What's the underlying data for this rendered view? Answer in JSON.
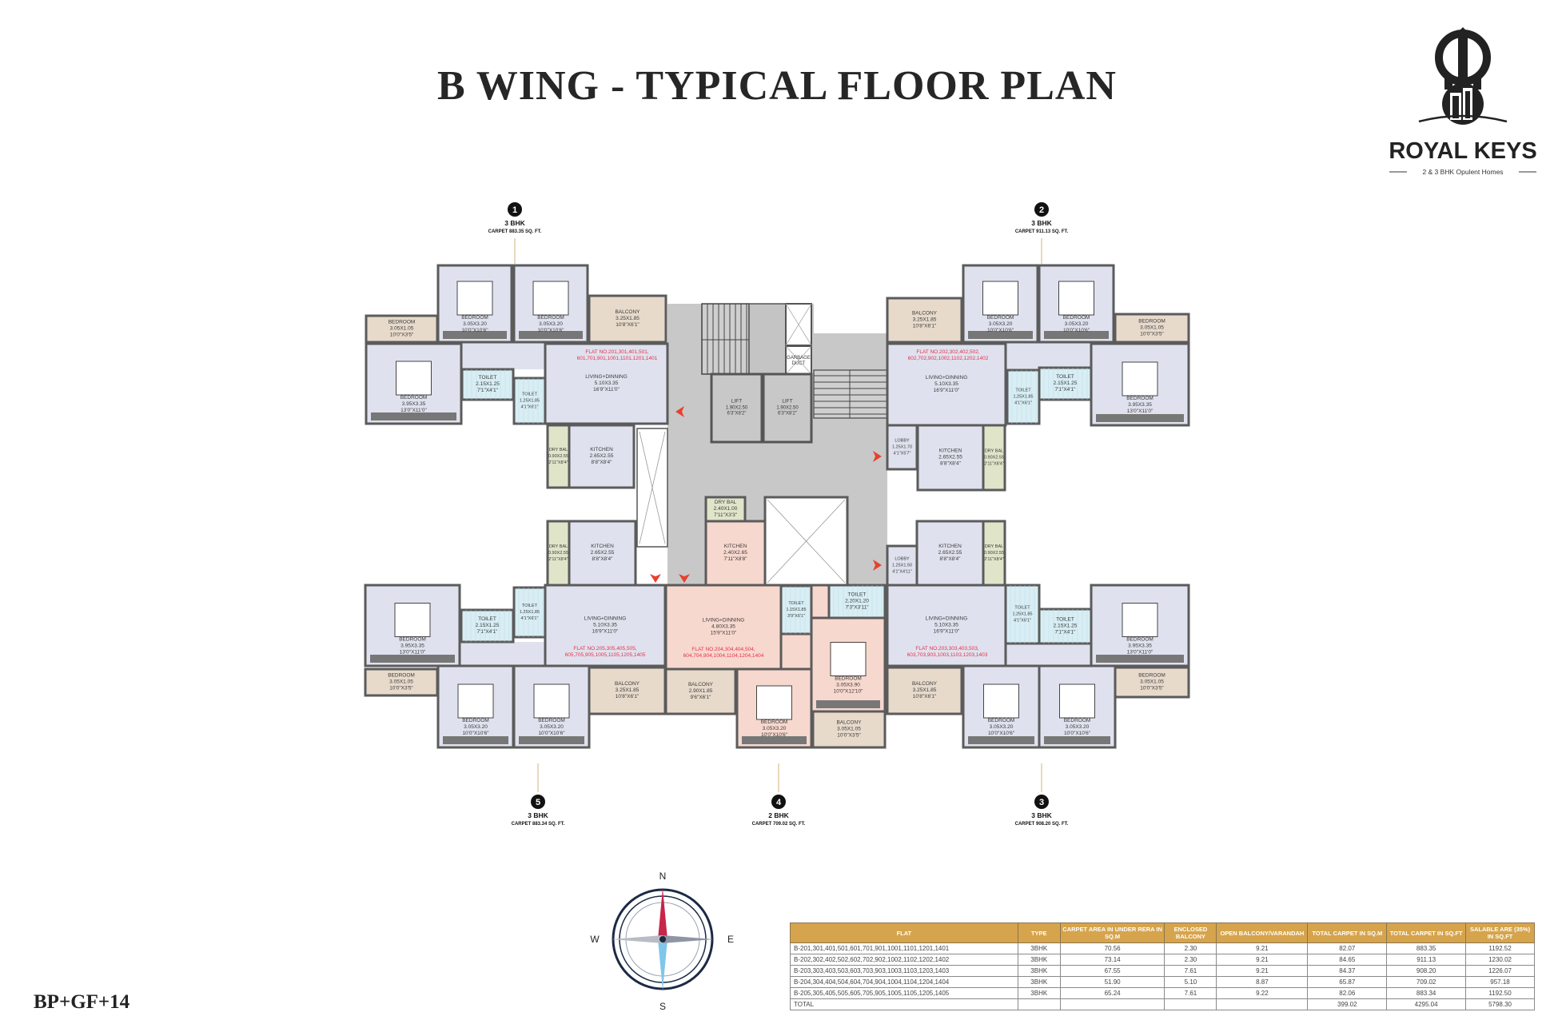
{
  "title": "B WING - TYPICAL FLOOR PLAN",
  "floors_label": "BP+GF+14",
  "logo": {
    "name": "ROYAL KEYS",
    "tagline": "2 & 3 BHK Opulent Homes"
  },
  "markers": [
    {
      "num": "1",
      "type": "3 BHK",
      "carpet": "CARPET 883.35 SQ. FT."
    },
    {
      "num": "2",
      "type": "3 BHK",
      "carpet": "CARPET 911.13 SQ. FT."
    },
    {
      "num": "3",
      "type": "3 BHK",
      "carpet": "CARPET 908.20 SQ. FT."
    },
    {
      "num": "4",
      "type": "2 BHK",
      "carpet": "CARPET 709.02 SQ. FT."
    },
    {
      "num": "5",
      "type": "3 BHK",
      "carpet": "CARPET 883.34 SQ. FT."
    }
  ],
  "colors": {
    "room": "#dfe2ee",
    "balcony": "#e7dacb",
    "dry_bal": "#e0e4c9",
    "toilet": "#d8eef4",
    "flat4": "#f7d8ce",
    "core": "#c8c8c8",
    "wall": "#5b5b5b",
    "flat_no": "#e5324c",
    "table_header": "#d6a44c",
    "compass_north": "#c8254a",
    "compass_south": "#7fc6ea"
  },
  "flats": [
    {
      "flat_no": [
        "FLAT NO.201,301,401,501,",
        "601,701,901,1001,1101,1201,1401"
      ],
      "rooms": [
        {
          "name": "BEDROOM",
          "m": "3.05X1.05",
          "ft": "10'0\"X3'5\""
        },
        {
          "name": "BEDROOM",
          "m": "3.05X3.20",
          "ft": "10'0\"X10'6\""
        },
        {
          "name": "BEDROOM",
          "m": "3.05X3.20",
          "ft": "10'0\"X10'6\""
        },
        {
          "name": "BALCONY",
          "m": "3.25X1.85",
          "ft": "10'8\"X6'1\""
        },
        {
          "name": "BEDROOM",
          "m": "3.95X3.35",
          "ft": "13'0\"X11'0\""
        },
        {
          "name": "TOILET",
          "m": "2.15X1.25",
          "ft": "7'1\"X4'1\""
        },
        {
          "name": "TOILET",
          "m": "1.25X1.85",
          "ft": "4'1\"X6'1\""
        },
        {
          "name": "LIVING+DINNING",
          "m": "5.10X3.35",
          "ft": "16'9\"X11'0\""
        },
        {
          "name": "KITCHEN",
          "m": "2.65X2.55",
          "ft": "8'8\"X8'4\""
        },
        {
          "name": "DRY BAL",
          "m": "0.90X2.55",
          "ft": "2'11\"X8'4\""
        }
      ]
    },
    {
      "flat_no": [
        "FLAT NO.202,302,402,502,",
        "602,702,902,1002,1102,1202,1402"
      ],
      "rooms": [
        {
          "name": "BALCONY",
          "m": "3.25X1.85",
          "ft": "10'8\"X6'1\""
        },
        {
          "name": "BEDROOM",
          "m": "3.05X3.20",
          "ft": "10'0\"X10'6\""
        },
        {
          "name": "BEDROOM",
          "m": "3.05X3.20",
          "ft": "10'0\"X10'6\""
        },
        {
          "name": "BEDROOM",
          "m": "3.05X1.05",
          "ft": "10'0\"X3'5\""
        },
        {
          "name": "BEDROOM",
          "m": "3.95X3.35",
          "ft": "13'0\"X11'0\""
        },
        {
          "name": "TOILET",
          "m": "2.15X1.25",
          "ft": "7'1\"X4'1\""
        },
        {
          "name": "TOILET",
          "m": "1.25X1.85",
          "ft": "4'1\"X6'1\""
        },
        {
          "name": "LIVING+DINNING",
          "m": "5.10X3.35",
          "ft": "16'9\"X11'0\""
        },
        {
          "name": "KITCHEN",
          "m": "2.65X2.55",
          "ft": "8'8\"X8'4\""
        },
        {
          "name": "DRY BAL",
          "m": "0.90X2.55",
          "ft": "2'11\"X8'4\""
        },
        {
          "name": "LOBBY",
          "m": "1.25X1.70",
          "ft": "4'1\"X5'7\""
        }
      ]
    },
    {
      "flat_no": [
        "FLAT NO.203,303,403,503,",
        "603,703,903,1003,1103,1203,1403"
      ],
      "rooms": [
        {
          "name": "KITCHEN",
          "m": "2.65X2.55",
          "ft": "8'8\"X8'4\""
        },
        {
          "name": "DRY BAL",
          "m": "0.90X2.55",
          "ft": "2'11\"X8'4\""
        },
        {
          "name": "LOBBY",
          "m": "1.25X1.50",
          "ft": "4'1\"X4'11\""
        },
        {
          "name": "LIVING+DINNING",
          "m": "5.10X3.35",
          "ft": "16'9\"X11'0\""
        },
        {
          "name": "TOILET",
          "m": "1.25X1.85",
          "ft": "4'1\"X6'1\""
        },
        {
          "name": "TOILET",
          "m": "2.15X1.25",
          "ft": "7'1\"X4'1\""
        },
        {
          "name": "BEDROOM",
          "m": "3.95X3.35",
          "ft": "13'0\"X11'0\""
        },
        {
          "name": "BEDROOM",
          "m": "3.05X3.20",
          "ft": "10'0\"X10'6\""
        },
        {
          "name": "BEDROOM",
          "m": "3.05X3.20",
          "ft": "10'0\"X10'6\""
        },
        {
          "name": "BALCONY",
          "m": "3.25X1.85",
          "ft": "10'8\"X6'1\""
        },
        {
          "name": "BEDROOM",
          "m": "3.05X1.05",
          "ft": "10'0\"X3'5\""
        }
      ]
    },
    {
      "flat_no": [
        "FLAT NO.204,304,404,504,",
        "604,704,904,1004,1104,1204,1404"
      ],
      "rooms": [
        {
          "name": "DRY BAL",
          "m": "2.40X1.00",
          "ft": "7'11\"X3'3\""
        },
        {
          "name": "KITCHEN",
          "m": "2.40X2.65",
          "ft": "7'11\"X8'8\""
        },
        {
          "name": "LIVING+DINNING",
          "m": "4.80X3.35",
          "ft": "15'9\"X11'0\""
        },
        {
          "name": "TOILET",
          "m": "1.15X1.85",
          "ft": "3'9\"X6'1\""
        },
        {
          "name": "TOILET",
          "m": "2.20X1.20",
          "ft": "7'3\"X3'11\""
        },
        {
          "name": "BEDROOM",
          "m": "3.05X3.90",
          "ft": "10'0\"X12'10\""
        },
        {
          "name": "BEDROOM",
          "m": "3.05X3.20",
          "ft": "10'0\"X10'6\""
        },
        {
          "name": "BALCONY",
          "m": "2.90X1.85",
          "ft": "9'6\"X6'1\""
        },
        {
          "name": "BALCONY",
          "m": "3.05X1.05",
          "ft": "10'0\"X3'5\""
        }
      ]
    },
    {
      "flat_no": [
        "FLAT NO.205,305,405,505,",
        "605,705,905,1005,1105,1205,1405"
      ],
      "rooms": [
        {
          "name": "KITCHEN",
          "m": "2.65X2.55",
          "ft": "8'8\"X8'4\""
        },
        {
          "name": "DRY BAL",
          "m": "0.90X2.55",
          "ft": "2'11\"X8'4\""
        },
        {
          "name": "BEDROOM",
          "m": "3.95X3.35",
          "ft": "13'0\"X11'0\""
        },
        {
          "name": "BEDROOM",
          "m": "3.05X1.05",
          "ft": "10'0\"X3'5\""
        },
        {
          "name": "TOILET",
          "m": "2.15X1.25",
          "ft": "7'1\"X4'1\""
        },
        {
          "name": "TOILET",
          "m": "1.25X1.85",
          "ft": "4'1\"X6'1\""
        },
        {
          "name": "LIVING+DINNING",
          "m": "5.10X3.35",
          "ft": "16'9\"X11'0\""
        },
        {
          "name": "BEDROOM",
          "m": "3.05X3.20",
          "ft": "10'0\"X10'6\""
        },
        {
          "name": "BEDROOM",
          "m": "3.05X3.20",
          "ft": "10'0\"X10'6\""
        },
        {
          "name": "BALCONY",
          "m": "3.25X1.85",
          "ft": "10'8\"X6'1\""
        }
      ]
    }
  ],
  "core": {
    "lifts": [
      {
        "name": "LIFT",
        "m": "1.90X2.50",
        "ft": "6'3\"X8'2\""
      },
      {
        "name": "LIFT",
        "m": "1.90X2.50",
        "ft": "6'3\"X8'2\""
      }
    ],
    "garbage_duct": [
      "GARBAGE",
      "DUCT"
    ]
  },
  "compass": {
    "n": "N",
    "s": "S",
    "e": "E",
    "w": "W"
  },
  "table": {
    "headers": [
      "FLAT",
      "TYPE",
      "CARPET AREA IN UNDER RERA IN SQ.M",
      "ENCLOSED BALCONY",
      "OPEN BALCONY/VARANDAH",
      "TOTAL CARPET IN SQ.M",
      "TOTAL CARPET IN SQ.FT",
      "SALABLE ARE (35%) IN SQ.FT"
    ],
    "rows": [
      [
        "B-201,301,401,501,601,701,901,1001,1101,1201,1401",
        "3BHK",
        "70.56",
        "2.30",
        "9.21",
        "82.07",
        "883.35",
        "1192.52"
      ],
      [
        "B-202,302,402,502,602,702,902,1002,1102,1202,1402",
        "3BHK",
        "73.14",
        "2.30",
        "9.21",
        "84.65",
        "911.13",
        "1230.02"
      ],
      [
        "B-203,303,403,503,603,703,903,1003,1103,1203,1403",
        "3BHK",
        "67.55",
        "7.61",
        "9.21",
        "84.37",
        "908.20",
        "1226.07"
      ],
      [
        "B-204,304,404,504,604,704,904,1004,1104,1204,1404",
        "3BHK",
        "51.90",
        "5.10",
        "8.87",
        "65.87",
        "709.02",
        "957.18"
      ],
      [
        "B-205,305,405,505,605,705,905,1005,1105,1205,1405",
        "3BHK",
        "65.24",
        "7.61",
        "9.22",
        "82.06",
        "883.34",
        "1192.50"
      ]
    ],
    "total": [
      "TOTAL",
      "",
      "",
      "",
      "",
      "399.02",
      "4295.04",
      "5798.30"
    ]
  }
}
